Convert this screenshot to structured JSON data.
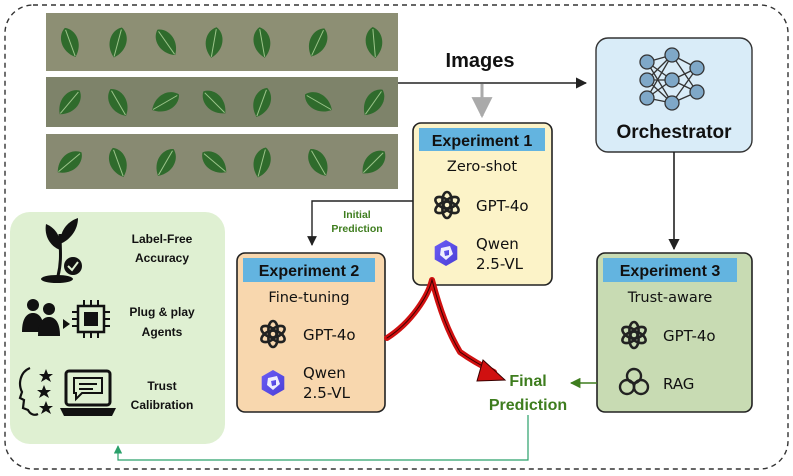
{
  "colors": {
    "green_text": "#3e7d1e",
    "exp1_fill": "#fcf3c8",
    "exp2_fill": "#f8d7ae",
    "exp3_fill": "#c8dbb3",
    "orchestrator_fill": "#d9ecf8",
    "exp_title_fill": "#63b4e0",
    "left_panel_fill": "#dff0d2",
    "swirl_red": "#d01010"
  },
  "images_label": "Images",
  "orchestrator": {
    "label": "Orchestrator",
    "icon": "neural-network-icon"
  },
  "experiment1": {
    "title": "Experiment 1",
    "subtitle": "Zero-shot",
    "models": [
      {
        "icon": "openai-icon",
        "label": "GPT-4o"
      },
      {
        "icon": "qwen-icon",
        "label_line1": "Qwen",
        "label_line2": "2.5-VL"
      }
    ]
  },
  "experiment2": {
    "title": "Experiment 2",
    "subtitle": "Fine-tuning",
    "models": [
      {
        "icon": "openai-icon",
        "label": "GPT-4o"
      },
      {
        "icon": "qwen-icon",
        "label_line1": "Qwen",
        "label_line2": "2.5-VL"
      }
    ]
  },
  "experiment3": {
    "title": "Experiment 3",
    "subtitle": "Trust-aware",
    "models": [
      {
        "icon": "openai-icon",
        "label": "GPT-4o"
      },
      {
        "icon": "rag-icon",
        "label": "RAG"
      }
    ]
  },
  "initial_prediction": {
    "line1": "Initial",
    "line2": "Prediction"
  },
  "final_prediction": {
    "line1": "Final",
    "line2": "Prediction"
  },
  "features": [
    {
      "icon": "plant-check-icon",
      "line1": "Label-Free",
      "line2": "Accuracy"
    },
    {
      "icon": "users-chip-icon",
      "line1": "Plug & play",
      "line2": "Agents"
    },
    {
      "icon": "trust-laptop-icon",
      "line1": "Trust",
      "line2": "Calibration"
    }
  ]
}
